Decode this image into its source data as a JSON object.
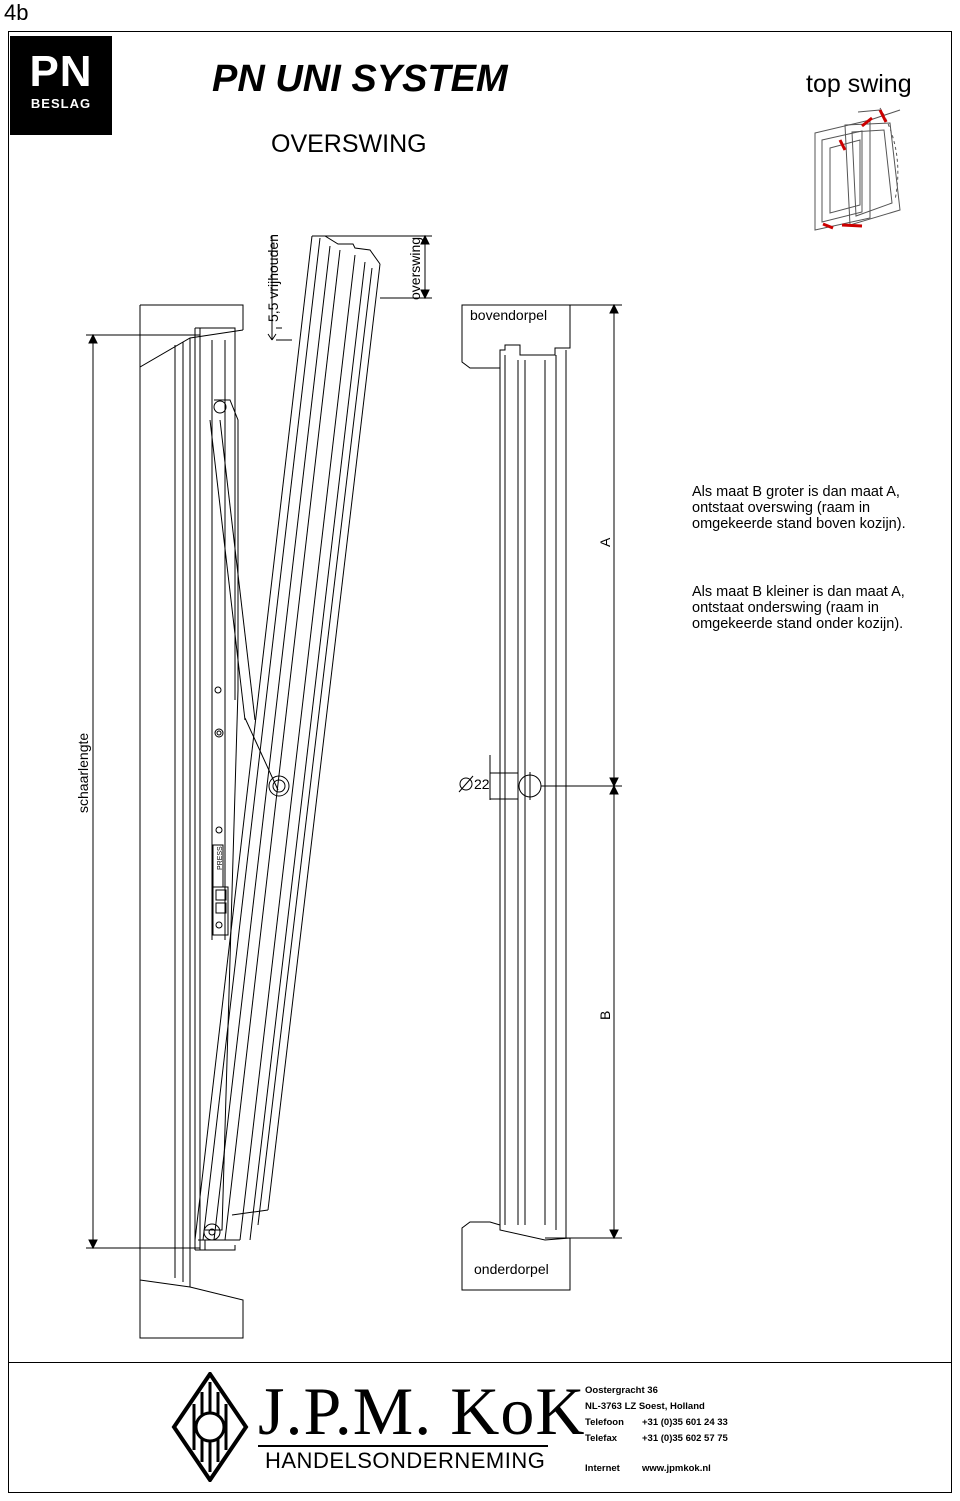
{
  "sheet_id": "4b",
  "logo": {
    "brand": "PN",
    "sub": "BESLAG"
  },
  "header": {
    "title": "PN UNI SYSTEM",
    "subtitle": "OVERSWING",
    "swing_type": "top swing"
  },
  "diagram": {
    "labels": {
      "vrijhouden": "5,5 vrijhouden",
      "overswing": "overswing",
      "bovendorpel": "bovendorpel",
      "onderdorpel": "onderdorpel",
      "dim_a": "A",
      "dim_b": "B",
      "scharlengte": "schaarlengte",
      "diameter": "22",
      "press": "PRESS"
    },
    "notes": [
      [
        "Als maat B groter is dan maat A,",
        "ontstaat overswing (raam in",
        "omgekeerde stand boven kozijn)."
      ],
      [
        "Als maat B kleiner is dan maat A,",
        "ontstaat onderswing (raam in",
        "omgekeerde stand onder kozijn)."
      ]
    ]
  },
  "footer": {
    "company": "J.P.M. KoK",
    "company_sub": "HANDELSONDERNEMING",
    "address_lines": [
      "Oostergracht 36",
      "NL-3763 LZ  Soest, Holland"
    ],
    "phone_label": "Telefoon",
    "phone": "+31 (0)35 601 24 33",
    "fax_label": "Telefax",
    "fax": "+31 (0)35 602 57 75",
    "web_label": "Internet",
    "web": "www.jpmkok.nl"
  }
}
